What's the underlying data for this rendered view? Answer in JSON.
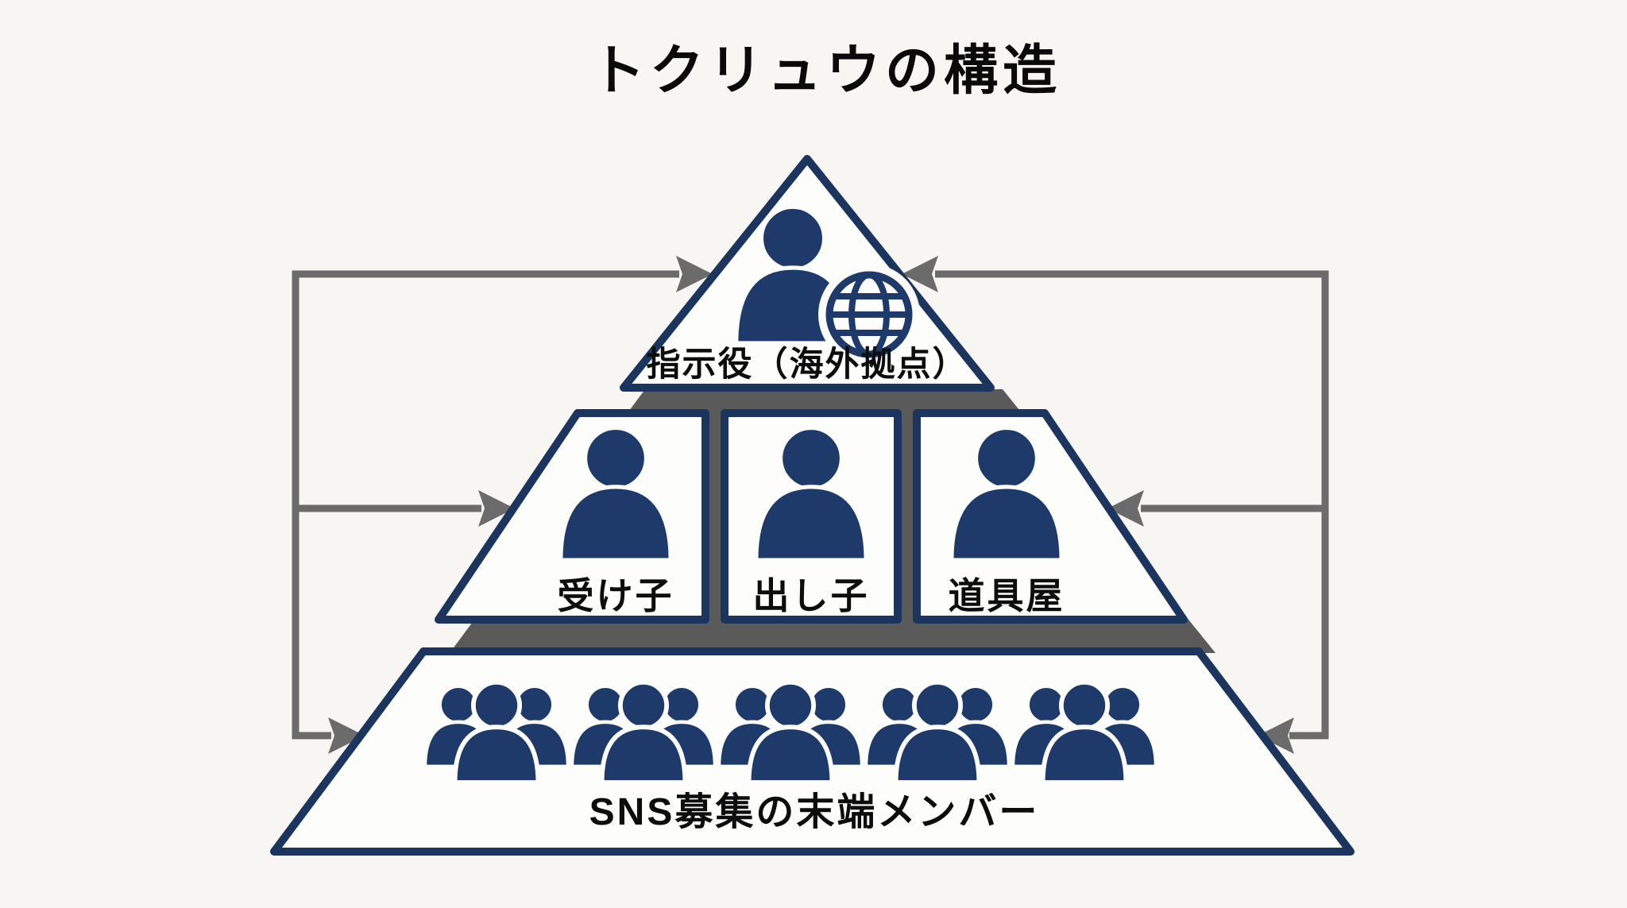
{
  "title": "トクリュウの構造",
  "tiers": {
    "top": {
      "label": "指示役（海外拠点）",
      "icon": "person-with-globe-icon"
    },
    "middle": {
      "panels": [
        {
          "label": "受け子",
          "icon": "person-icon"
        },
        {
          "label": "出し子",
          "icon": "person-icon"
        },
        {
          "label": "道具屋",
          "icon": "person-icon"
        }
      ]
    },
    "bottom": {
      "label": "SNS募集の末端メンバー",
      "icon": "people-group-icon",
      "group_count": 5
    }
  },
  "connectors": {
    "left_arrows_point_to": [
      "top",
      "middle",
      "bottom"
    ],
    "right_arrows_point_to": [
      "top",
      "middle",
      "bottom"
    ]
  },
  "colors": {
    "navy": "#1e3a6b",
    "border_navy": "#1c355f",
    "arrow_gray": "#6b6b6b",
    "shadow_gray": "#5a5a5a",
    "background": "#f8f6f2",
    "panel_fill": "#fdfdfb",
    "text": "#0d0d0d"
  }
}
